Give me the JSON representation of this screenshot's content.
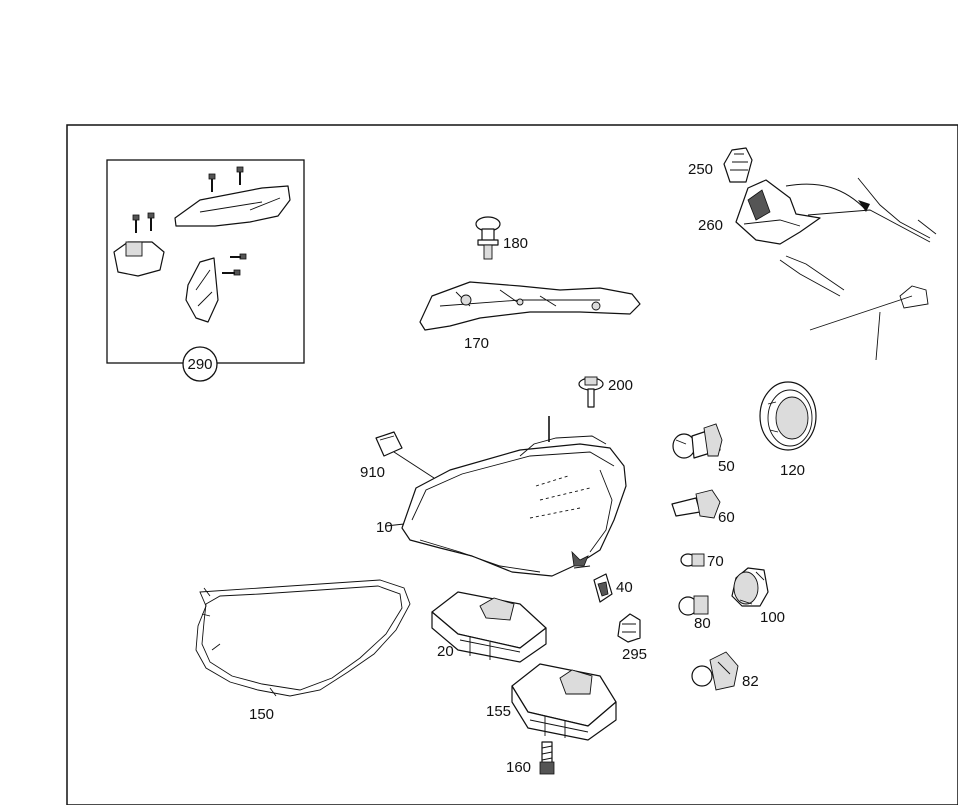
{
  "diagram": {
    "callouts": {
      "p10": "10",
      "p20": "20",
      "p40": "40",
      "p50": "50",
      "p60": "60",
      "p70": "70",
      "p80": "80",
      "p82": "82",
      "p100": "100",
      "p120": "120",
      "p150": "150",
      "p155": "155",
      "p160": "160",
      "p170": "170",
      "p180": "180",
      "p200": "200",
      "p250": "250",
      "p260": "260",
      "p290": "290",
      "p295": "295",
      "p910": "910"
    }
  }
}
